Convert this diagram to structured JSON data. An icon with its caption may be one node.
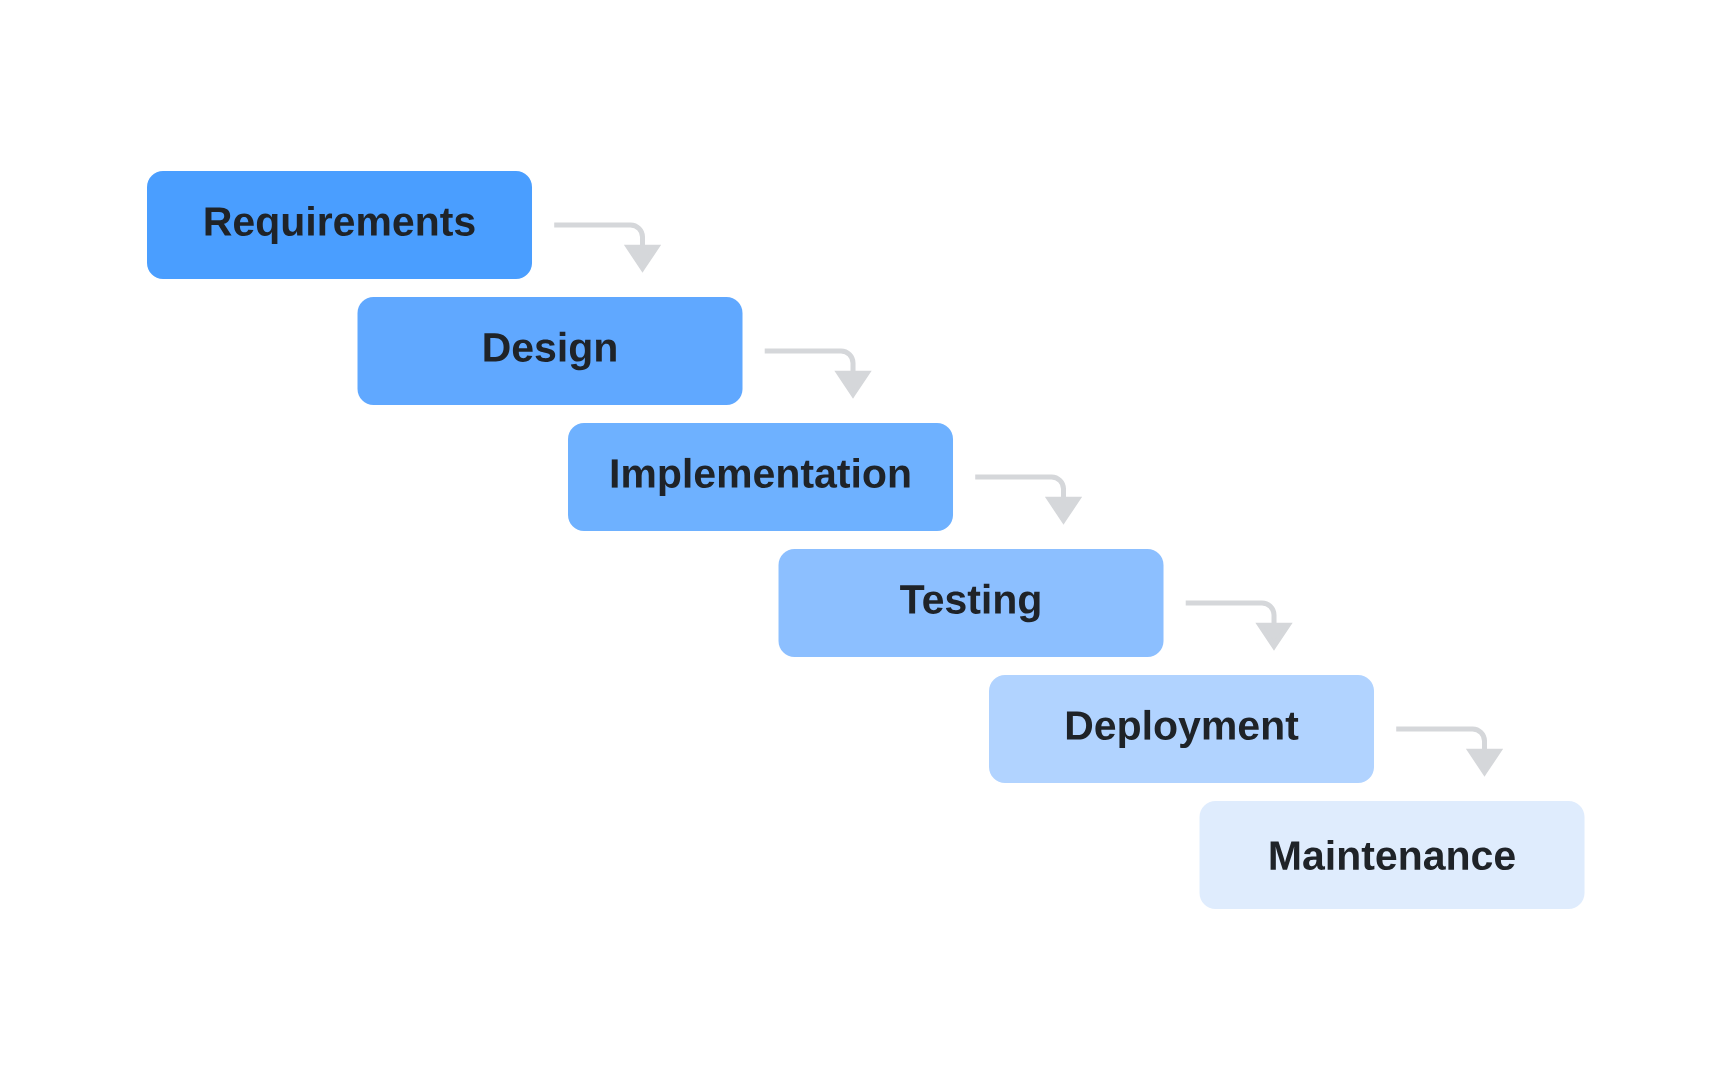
{
  "diagram": {
    "nodes": [
      {
        "text": [
          "Requirements"
        ]
      },
      {
        "text": [
          "Design"
        ]
      },
      {
        "text": [
          "Implementation"
        ]
      },
      {
        "text": [
          "Testing"
        ]
      },
      {
        "text": [
          "Deployment"
        ]
      },
      {
        "text": [
          "Maintenance"
        ]
      }
    ],
    "edges": [
      {
        "from": 0,
        "to": 1,
        "arrow": "to"
      },
      {
        "from": 1,
        "to": 2,
        "arrow": "to"
      },
      {
        "from": 2,
        "to": 3,
        "arrow": "to"
      },
      {
        "from": 3,
        "to": 4,
        "arrow": "to"
      },
      {
        "from": 4,
        "to": 5,
        "arrow": "to"
      }
    ]
  }
}
